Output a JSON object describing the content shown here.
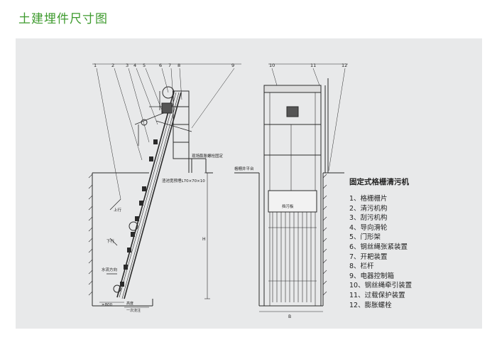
{
  "page": {
    "title": "土建埋件尺寸图"
  },
  "legend": {
    "title": "固定式格栅清污机",
    "items": [
      "1、格栅栅片",
      "2、清污机构",
      "3、刮污机构",
      "4、导向滑轮",
      "5、门形架",
      "6、钢丝绳张紧装置",
      "7、开耙装置",
      "8、栏杆",
      "9、电器控制箱",
      "10、钢丝绳牵引装置",
      "11、过载保护装置",
      "12、膨胀螺栓"
    ]
  },
  "side_view": {
    "callouts": [
      "1",
      "2",
      "3",
      "4",
      "5",
      "6",
      "7",
      "8",
      "9"
    ],
    "note_anchor": "现场膨胀螺栓固定",
    "note_channel": "渣池宽预埋L70×70×10",
    "dir_up": "上行",
    "dir_down": "下行",
    "dir_flow": "水流方向",
    "dim_h": "H",
    "dim_bottom": "≥800",
    "dim_step1": "高度",
    "dim_step2": "一次浇注"
  },
  "front_view": {
    "callouts": [
      "10",
      "11",
      "12"
    ],
    "label_platform": "格栅井平台",
    "label_plate": "挡污板",
    "dim_b": "B"
  }
}
